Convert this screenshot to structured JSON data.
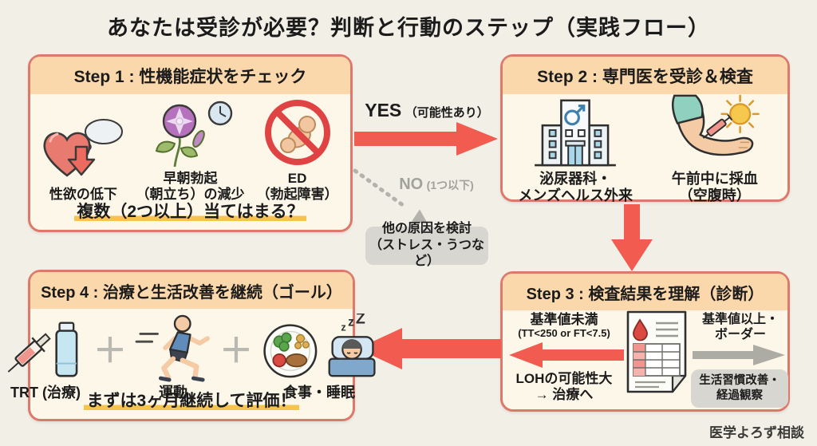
{
  "title": "あなたは受診が必要？判断と行動のステップ（実践フロー）",
  "watermark": "医学よろず相談",
  "colors": {
    "accent_red": "#f15b50",
    "box_border": "#dd796a",
    "header_bg": "#fbd8ab",
    "body_bg": "#fdf7e9",
    "canvas_bg": "#f2efe7",
    "highlight_yellow": "#f6c44e",
    "gray_box": "#d7d6d0",
    "gray_arrow": "#acaba4"
  },
  "step1": {
    "title": "Step 1 : 性機能症状をチェック",
    "items": [
      {
        "icon": "libido-decline-icon",
        "label": "性欲の低下"
      },
      {
        "icon": "morning-erection-icon",
        "label": "早朝勃起\n（朝立ち）の減少"
      },
      {
        "icon": "ed-icon",
        "label": "ED\n（勃起障害）"
      }
    ],
    "question": "複数（2つ以上）当てはまる？"
  },
  "branch": {
    "yes_label": "YES",
    "yes_sub": "（可能性あり）",
    "no_label": "NO",
    "no_sub": "(1つ以下)",
    "no_result": "他の原因を検討\n（ストレス・うつなど）"
  },
  "step2": {
    "title": "Step 2 : 専門医を受診＆検査",
    "items": [
      {
        "icon": "clinic-icon",
        "label": "泌尿器科・\nメンズヘルス外来"
      },
      {
        "icon": "blood-draw-icon",
        "label": "午前中に採血\n（空腹時）"
      }
    ]
  },
  "step3": {
    "title": "Step 3 : 検査結果を理解（診断）",
    "low_label": "基準値未満",
    "low_range": "(TT<250 or FT<7.5)",
    "low_result": "LOHの可能性大\n→ 治療へ",
    "high_label": "基準値以上・\nボーダー",
    "high_result": "生活習慣改善・\n経過観察"
  },
  "step4": {
    "title": "Step 4 : 治療と生活改善を継続（ゴール）",
    "plus": "＋",
    "items": [
      {
        "icon": "trt-icon",
        "label": "TRT (治療)"
      },
      {
        "icon": "exercise-icon",
        "label": "運動"
      },
      {
        "icon": "meal-sleep-icon",
        "label": "食事・睡眠"
      }
    ],
    "note": "まずは3ヶ月継続して評価！"
  }
}
